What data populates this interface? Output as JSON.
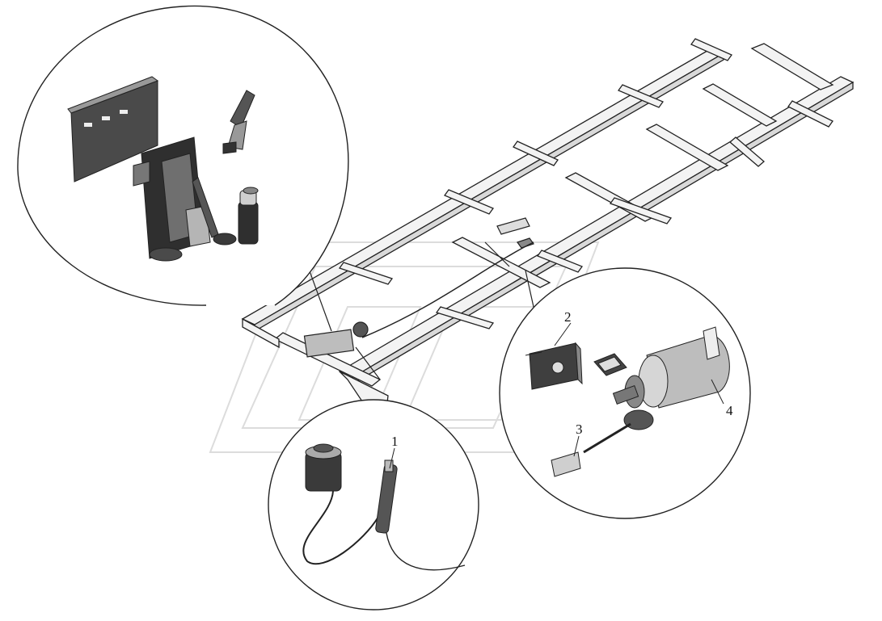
{
  "callouts": {
    "c1": "1",
    "c2": "2",
    "c3": "3",
    "c4": "4"
  },
  "colors": {
    "line": "#222222",
    "frame_fill": "#f3f3f3",
    "part_dark": "#3a3a3a",
    "part_mid": "#8a8a8a",
    "watermark": "#dddddd"
  }
}
